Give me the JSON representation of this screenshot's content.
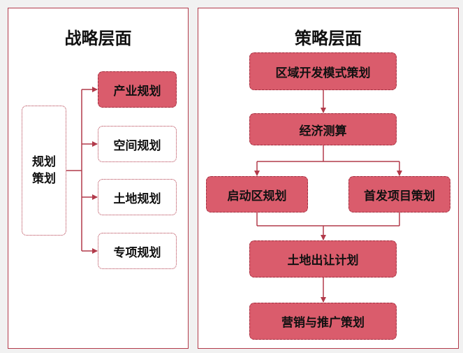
{
  "strategy": {
    "title": "战略层面",
    "root": "规划\n策划",
    "items": [
      {
        "label": "产业规划",
        "style": "filled"
      },
      {
        "label": "空间规划",
        "style": "outline"
      },
      {
        "label": "土地规划",
        "style": "outline"
      },
      {
        "label": "专项规划",
        "style": "outline"
      }
    ]
  },
  "tactics": {
    "title": "策略层面",
    "steps": {
      "mode": "区域开发模式策划",
      "finance": "经济测算",
      "start_area": "启动区规划",
      "first_project": "首发项目策划",
      "land_plan": "土地出让计划",
      "marketing": "营销与推广策划"
    }
  },
  "colors": {
    "accent": "#b23a4a",
    "box_fill": "#da5c6c",
    "background": "#f1f1f1"
  }
}
